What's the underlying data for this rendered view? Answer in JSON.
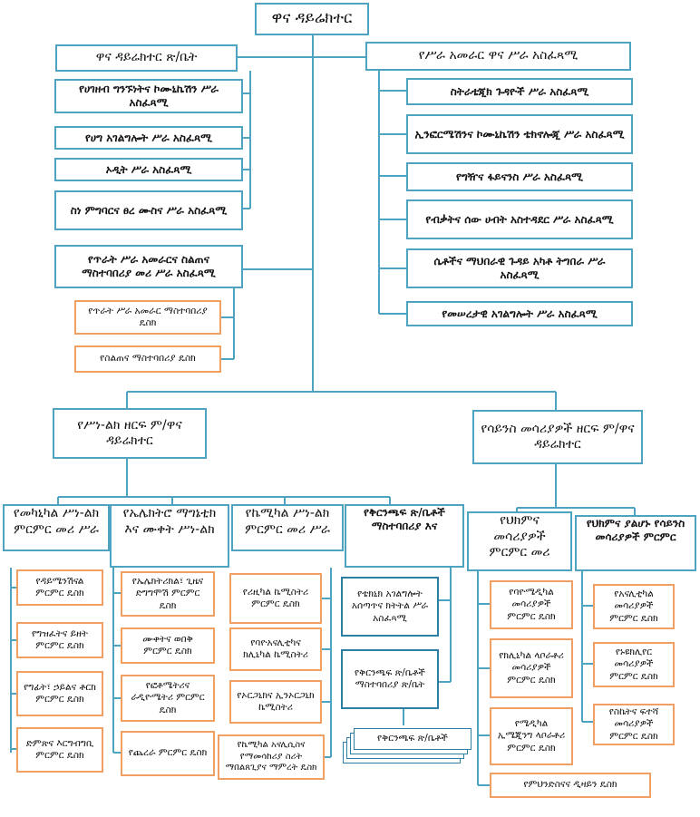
{
  "director_general": "ዋና ዳይሬክተር",
  "left_staff": {
    "header": "ዋና ዳይሬክተር ጽ/ቤት",
    "items": [
      "የሀገዘብ ግንኙነትና ኮሙኒኬሽን ሥራ አስፈጻሚ",
      "የሀግ አገልግሎት ሥራ አስፈጻሚ",
      "ኦዲት ሥራ አስፈጻሚ",
      "ስነ ምግባርና ፀረ ሙስና ሥራ አስፈጻሚ"
    ]
  },
  "right_staff": {
    "header": "የሥራ አመራር ዋና ሥራ አስፈጻሚ",
    "items": [
      "ስትራቴጂክ ጉዳዮች ሥራ አስፈጻሚ",
      "ኢንፎርሜሽንና ኮሙኒኬሽን ቴክኖሎጂ ሥራ አስፈጻሚ",
      "የግዥና ፋይናንስ ሥራ አስፈጻሚ",
      "የብቃትና ሰው ሀብት አስተዳደር ሥራ አስፈጻሚ",
      "ሴቶችና ማህበራዊ ጉዳይ አካቶ ትግበራ ሥራ አስፈጻሚ",
      "የመሠረታዊ አገልግሎት ሥራ አስፈጻሚ"
    ]
  },
  "quality": {
    "header": "የጥራት ሥራ አመራርና ስልጠና ማስተባበሪያ መሪ ሥራ አስፈጻሚ",
    "items": [
      "የጥራት ሥራ አመራር ማስተባበሪያ ዴስክ",
      "የስልጠና ማስተባበሪያ ዴስክ"
    ]
  },
  "tech_sector": {
    "header": "የሥነ-ልክ ዘርፍ ም/ዋና ዳይሬክተር",
    "mechanical": {
      "header": "የመካኒካል ሥነ-ልክ ምርምር መሪ ሥራ",
      "items": [
        "የዳይሜንሽናል ምርምር ዴስክ",
        "የግዝፈትና ይዘት ምርምር ዴስክ",
        "የግፊት፣ ኃይልና ቶርክ ምርምር ዴስክ",
        "ድምጽና እርግብግቢ ምርምር ዴስክ"
      ]
    },
    "electrical": {
      "header": "የኤሌክትሮ ማግኔቲክ እና ሙቀት ሥነ-ልክ",
      "items": [
        "የኤሌክትሪክል፣ ጊዜና ድግግሞሽ ምርምር ዴስክ",
        "ሙቀትና ወበቅ ምርምር ዴስክ",
        "የፎቶሜትሪና ራዲዮሜትሪ ምርምር ዴስክ",
        "የጨረራ ምርምር ዴስክ"
      ]
    },
    "chemical": {
      "header": "የኬሚካል ሥነ-ልክ ምርምር መሪ ሥራ",
      "items": [
        "የሪዚካል ኬሚስትሪ ምርምር ዴስክ",
        "የባዮአናሊቲካና ክሊኒካል ኬሚስትሪ",
        "የኦርጋኒክና ኢንኦርጋኒክ ኬሚስትሪ",
        "የኬሚካል አናሊሲስና የማመሳከሪያ ስሪት ማበልጸጊያና ማምረት ዴስክ"
      ]
    },
    "branch": {
      "header": "የቅርንጫፍ ጽ/ቤቶች ማስተባበሪያ እና",
      "items": [
        "የቴክኒክ አገልግሎት አሰጣጥና ክትትል ሥራ አስፈጻሚ",
        "የቅርንጫፍ ጽ/ቤቶች ማስተባበሪያ ጽ/ቤት"
      ],
      "stack_label": "የቅርንጫፍ ጽ/ቤቶች"
    }
  },
  "science_sector": {
    "header": "የሳይንስ መሳሪያዎች ዘርፍ ም/ዋና ዳይሬክተር",
    "medical": {
      "header": "የህክምና መሳሪያዎች ምርምር መሪ",
      "items": [
        "የባዮሜዲካል መሳሪያዎች ምርምር ዴስክ",
        "የክሊኒካል ላቦራቶሪ መሳሪያዎች ምርምር ዴስክ",
        "የሜዲካል ኢሜጂንግ ላቦራቶሪ ምርምር ዴስክ"
      ]
    },
    "non_medical": {
      "header": "የህክምና ያልሆኑ የሳይንስ መሳሪያዎች ምርምር",
      "items": [
        "የአናሊቲካል መሳሪያዎች ምርምር ዴስክ",
        "የኑዩክሊየር መሳሪያዎች ምርምር ዴስክ",
        "የስኬትና ፍተሻ መሳሪያዎች ምርምር ዴስክ"
      ]
    },
    "bottom": "የምህንድስናና ዲዛይን ዴስክ"
  }
}
